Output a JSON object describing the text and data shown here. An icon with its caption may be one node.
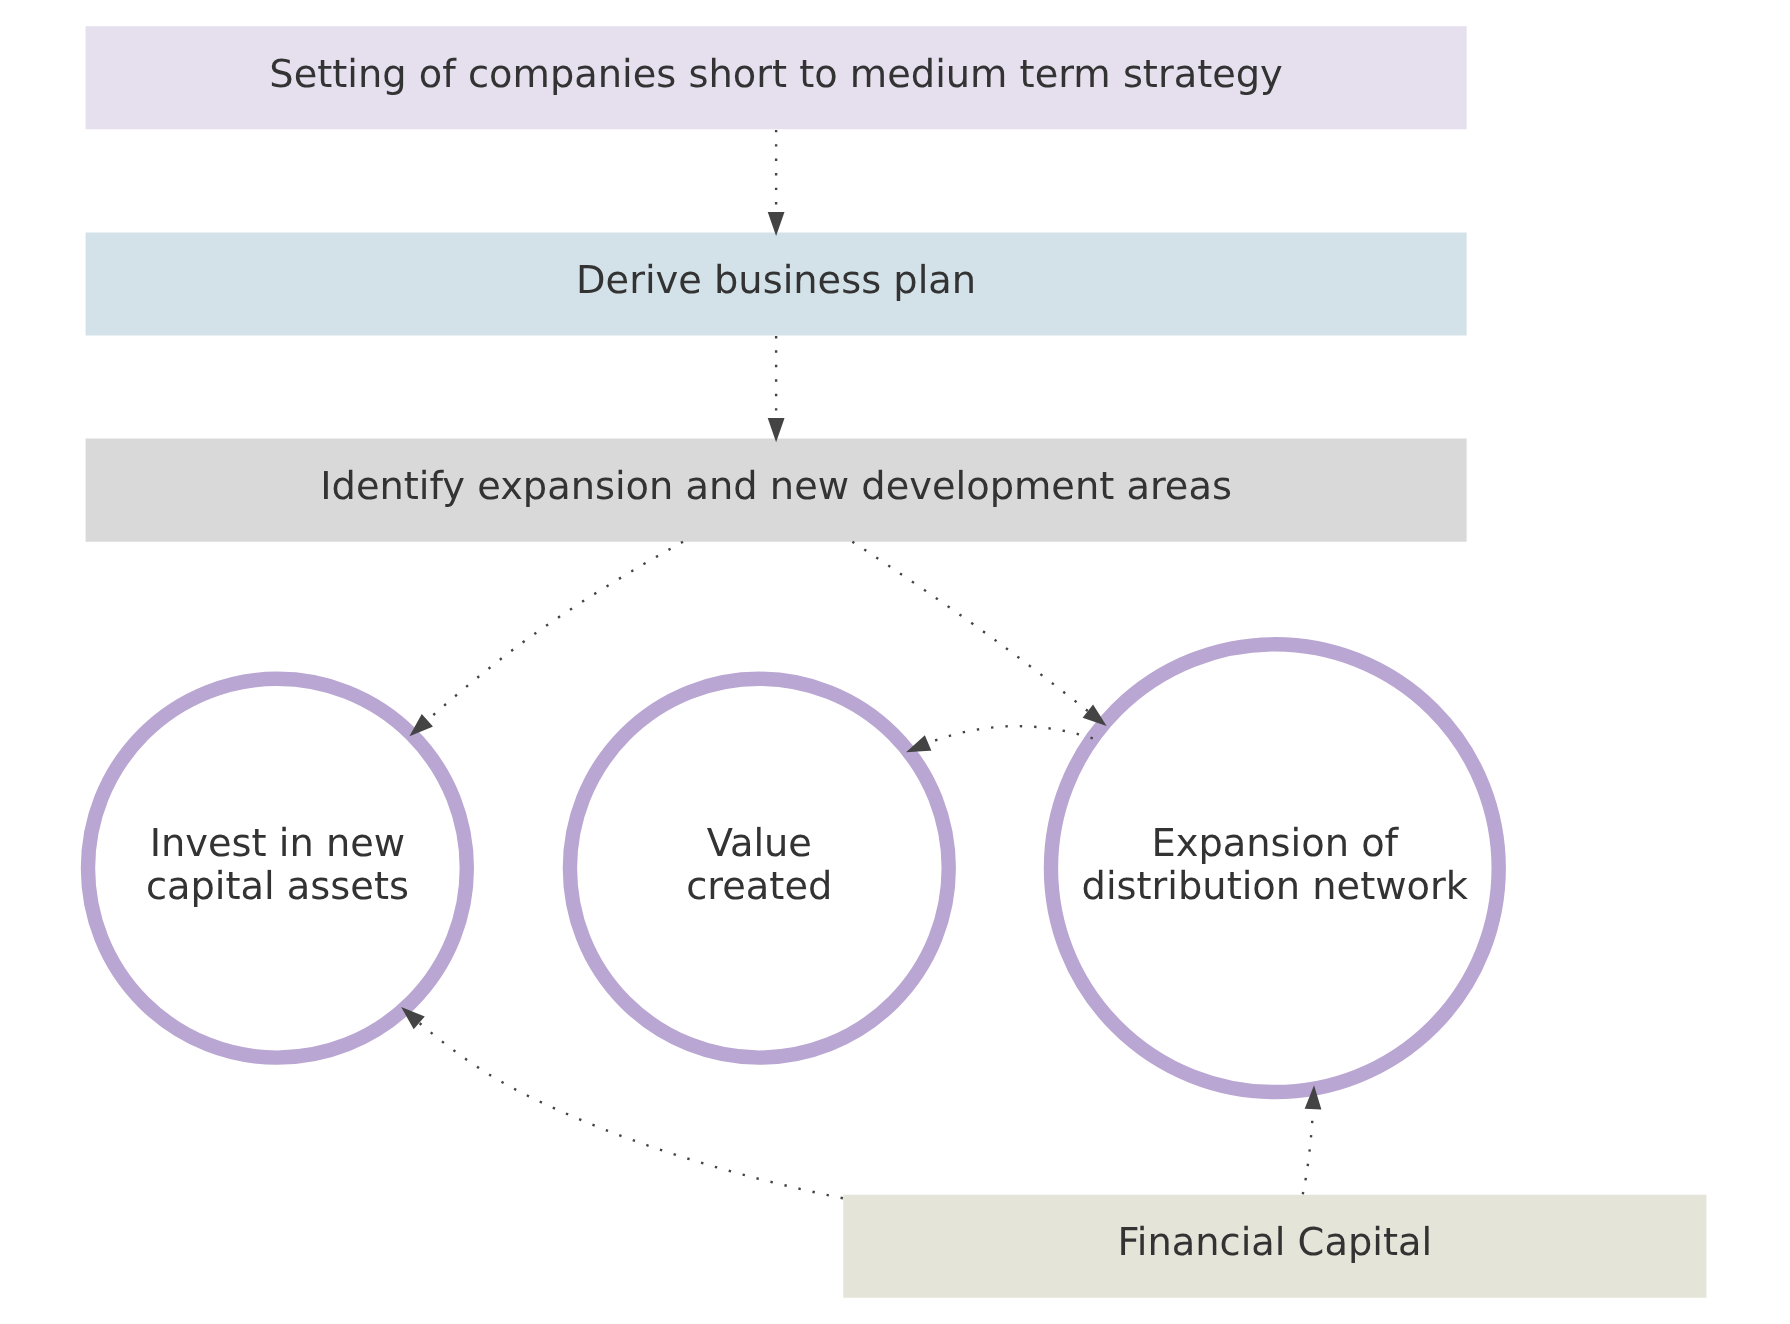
{
  "diagram": {
    "nodes": [
      {
        "text": [
          "Setting of companies short to medium term strategy"
        ]
      },
      {
        "text": [
          "Derive business plan"
        ]
      },
      {
        "text": [
          "Identify expansion and new development areas"
        ]
      },
      {
        "text": [
          "Value created"
        ]
      },
      {
        "text": [
          "Expansion of distribution network"
        ]
      },
      {
        "text": [
          "Invest in new capital assets"
        ]
      },
      {
        "text": [
          "Financial Capital"
        ]
      }
    ],
    "edges": [
      {
        "from": 0,
        "to": 1,
        "arrow": "to"
      },
      {
        "from": 1,
        "to": 2,
        "arrow": "to"
      },
      {
        "from": 2,
        "to": 4,
        "arrow": "to"
      },
      {
        "from": 2,
        "to": 5,
        "arrow": "to"
      },
      {
        "from": 4,
        "to": 3,
        "arrow": "to"
      },
      {
        "from": 6,
        "to": 4,
        "arrow": "to"
      },
      {
        "from": 6,
        "to": 5,
        "arrow": "to"
      }
    ]
  }
}
